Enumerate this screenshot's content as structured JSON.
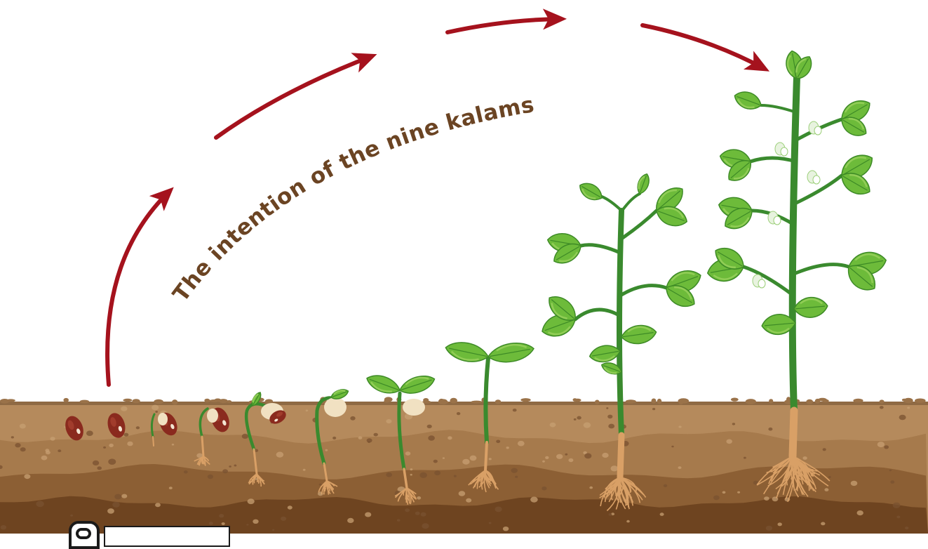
{
  "diagram": {
    "title": "The intention of the nine kalams",
    "colors": {
      "arrow": "#a5121d",
      "title_text": "#6b4423",
      "leaf": "#6dbb3a",
      "leaf_light": "#9ad25e",
      "leaf_vein": "#3d8a26",
      "stem": "#3a8a2e",
      "root": "#d9a066",
      "seed": "#8a2a1e",
      "cotyledon": "#f1e1c2",
      "flower": "#e8f3df",
      "soil_top": "#b58a5c",
      "soil_mid": "#a67a4c",
      "soil_deep": "#8c5f34",
      "soil_bottom": "#6e4420"
    },
    "stages": [
      {
        "id": 1,
        "kind": "seed"
      },
      {
        "id": 2,
        "kind": "seed"
      },
      {
        "id": 3,
        "kind": "germinating-seed"
      },
      {
        "id": 4,
        "kind": "germinating-seed"
      },
      {
        "id": 5,
        "kind": "hook-sprout"
      },
      {
        "id": 6,
        "kind": "hook-sprout"
      },
      {
        "id": 7,
        "kind": "seedling"
      },
      {
        "id": 8,
        "kind": "young-plant"
      },
      {
        "id": 9,
        "kind": "leafy-plant"
      },
      {
        "id": 10,
        "kind": "flowering-plant"
      }
    ],
    "arrows": [
      {
        "id": 1,
        "kind": "growth-arrow"
      },
      {
        "id": 2,
        "kind": "growth-arrow"
      },
      {
        "id": 3,
        "kind": "growth-arrow"
      },
      {
        "id": 4,
        "kind": "growth-arrow"
      },
      {
        "id": 5,
        "kind": "growth-arrow"
      }
    ]
  }
}
